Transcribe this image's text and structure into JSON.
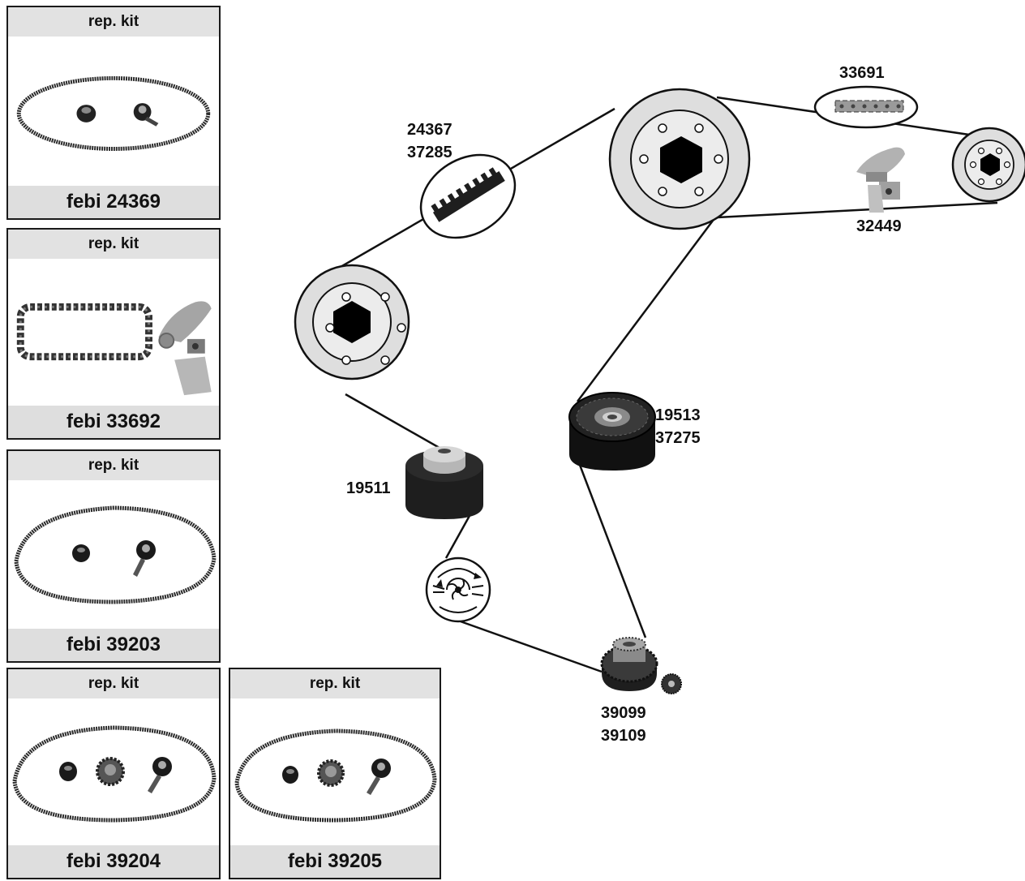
{
  "kits": [
    {
      "header": "rep. kit",
      "footer": "febi 24369",
      "image": "timing-belt-kit"
    },
    {
      "header": "rep. kit",
      "footer": "febi 33692",
      "image": "timing-chain-kit"
    },
    {
      "header": "rep. kit",
      "footer": "febi 39203",
      "image": "timing-belt-kit"
    },
    {
      "header": "rep. kit",
      "footer": "febi 39204",
      "image": "timing-belt-kit-with-sprocket"
    },
    {
      "header": "rep. kit",
      "footer": "febi 39205",
      "image": "timing-belt-kit-with-sprocket"
    }
  ],
  "parts": {
    "timing_belt": [
      "24367",
      "37285"
    ],
    "timing_chain": "33691",
    "chain_tensioner": "32449",
    "deflection_pulley": [
      "19513",
      "37275"
    ],
    "tensioner_pulley": "19511",
    "crankshaft_sprocket": [
      "39099",
      "39109"
    ]
  }
}
